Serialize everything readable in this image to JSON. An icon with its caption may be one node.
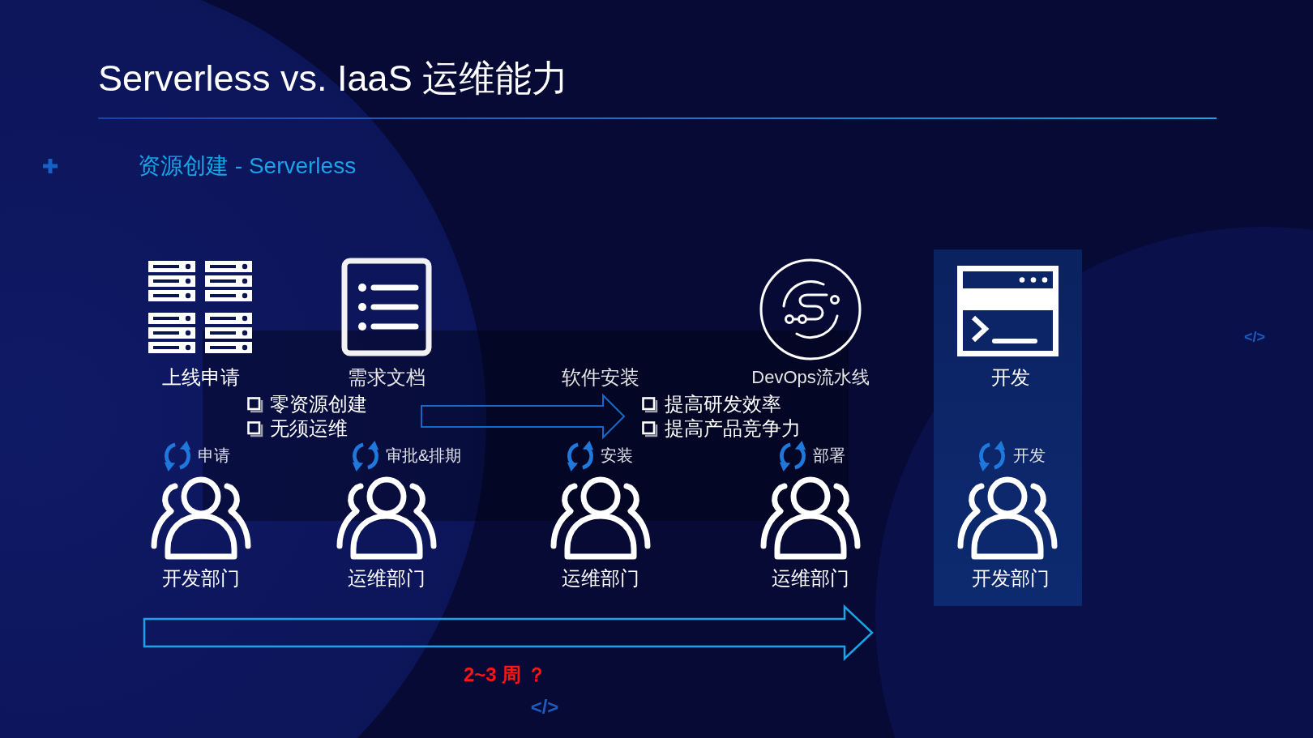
{
  "diagram": {
    "title": "Serverless vs. IaaS 运维能力",
    "nodes": [
      {
        "text": [],
        "shape": "box"
      },
      {
        "text": [
          "零资源创建",
          "无须运维"
        ],
        "in": 0
      },
      {
        "text": [
          "提高研发效率",
          "提高产品竞争力"
        ],
        "in": 0
      },
      {
        "text": [
          "开发",
          "开发",
          "开发部门"
        ]
      }
    ],
    "edges": [
      {
        "from": 1,
        "to": 2,
        "arrow": "to"
      }
    ],
    "labels": [
      "资源创建 - Serverless",
      "</>",
      "上线申请",
      "需求文档",
      "软件安装",
      "DevOps流水线",
      "申请",
      "审批&排期",
      "安装",
      "部署",
      "开发部门",
      "运维部门",
      "运维部门",
      "运维部门",
      "2~3 周 ？",
      "</>"
    ]
  }
}
